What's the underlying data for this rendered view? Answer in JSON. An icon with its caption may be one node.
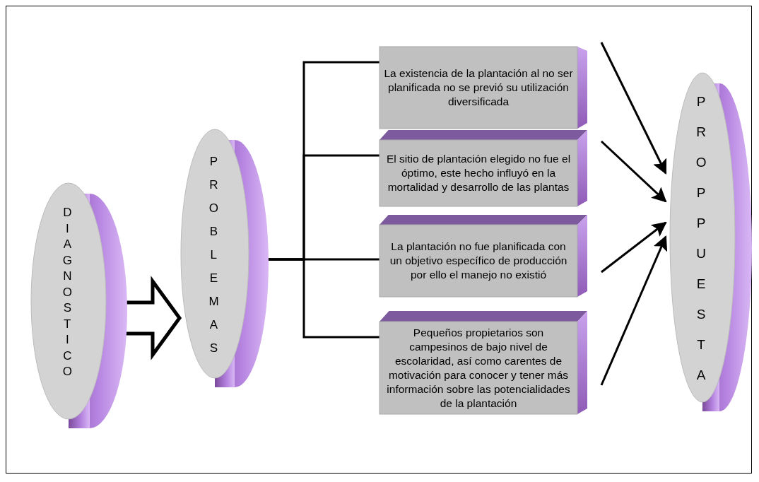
{
  "diagram": {
    "nodes": [
      {
        "text": [
          "DIAGNOSTICO"
        ]
      },
      {
        "text": [
          "PROBLEMAS"
        ]
      },
      {
        "text": [
          "La existencia de la plantación al no ser planificada no se previó su utilización diversificada"
        ]
      },
      {
        "text": [
          "El sitio de plantación elegido no fue el óptimo, este hecho influyó en la mortalidad y desarrollo de las plantas"
        ]
      },
      {
        "text": [
          "La plantación no fue planificada con un objetivo específico de producción por ello el manejo no existió"
        ]
      },
      {
        "text": [
          "Pequeños propietarios son campesinos de bajo nivel de escolaridad, así como carentes de motivación para conocer y tener más información sobre las potencialidades de la plantación"
        ]
      },
      {
        "text": [
          "PROPPUESTA"
        ]
      }
    ],
    "edges": [
      {
        "from": 0,
        "to": 1,
        "arrow": "to",
        "style": "thick"
      },
      {
        "from": 1,
        "to": 2,
        "arrow": "none"
      },
      {
        "from": 1,
        "to": 3,
        "arrow": "none"
      },
      {
        "from": 1,
        "to": 4,
        "arrow": "none"
      },
      {
        "from": 1,
        "to": 5,
        "arrow": "none"
      },
      {
        "from": 2,
        "to": 6,
        "arrow": "to"
      },
      {
        "from": 3,
        "to": 6,
        "arrow": "to"
      },
      {
        "from": 4,
        "to": 6,
        "arrow": "to"
      },
      {
        "from": 5,
        "to": 6,
        "arrow": "to"
      }
    ]
  }
}
